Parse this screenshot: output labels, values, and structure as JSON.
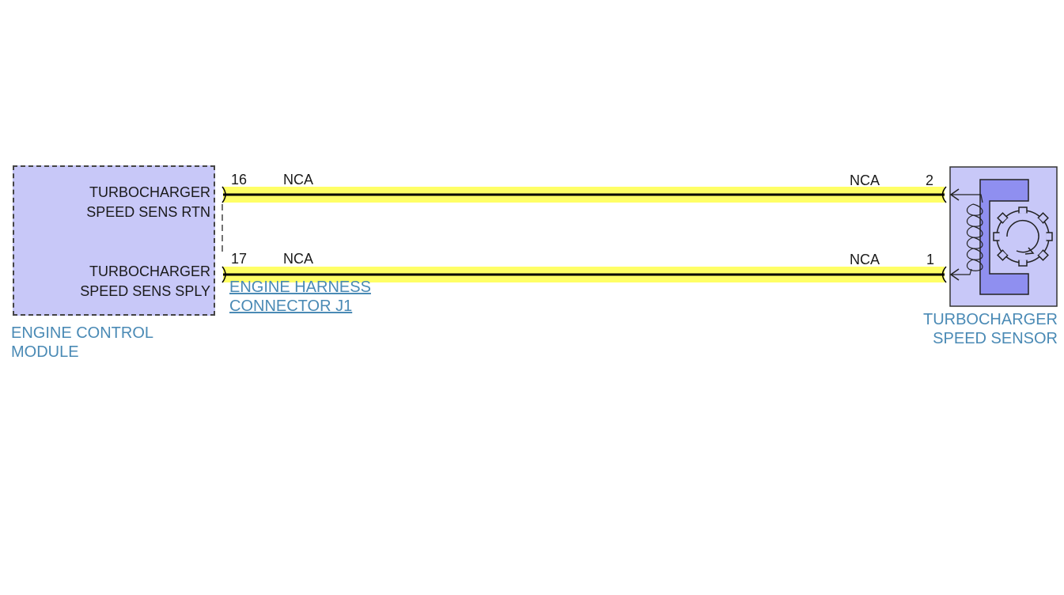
{
  "ecm": {
    "name_line1": "ENGINE CONTROL",
    "name_line2": "MODULE",
    "pin16_label_line1": "TURBOCHARGER",
    "pin16_label_line2": "SPEED SENS RTN",
    "pin17_label_line1": "TURBOCHARGER",
    "pin17_label_line2": "SPEED SENS SPLY",
    "fill_color": "#c8c8f8"
  },
  "connector": {
    "name_line1": "ENGINE HARNESS",
    "name_line2": "CONNECTOR J1"
  },
  "wires": [
    {
      "from_pin": "16",
      "to_pin": "2",
      "color_code_left": "NCA",
      "color_code_right": "NCA",
      "wire_color": "#ffff66"
    },
    {
      "from_pin": "17",
      "to_pin": "1",
      "color_code_left": "NCA",
      "color_code_right": "NCA",
      "wire_color": "#ffff66"
    }
  ],
  "sensor": {
    "name_line1": "TURBOCHARGER",
    "name_line2": "SPEED SENSOR",
    "icon": "magnetic-pickup-speed-sensor-icon",
    "fill_color": "#c8c8f8"
  }
}
